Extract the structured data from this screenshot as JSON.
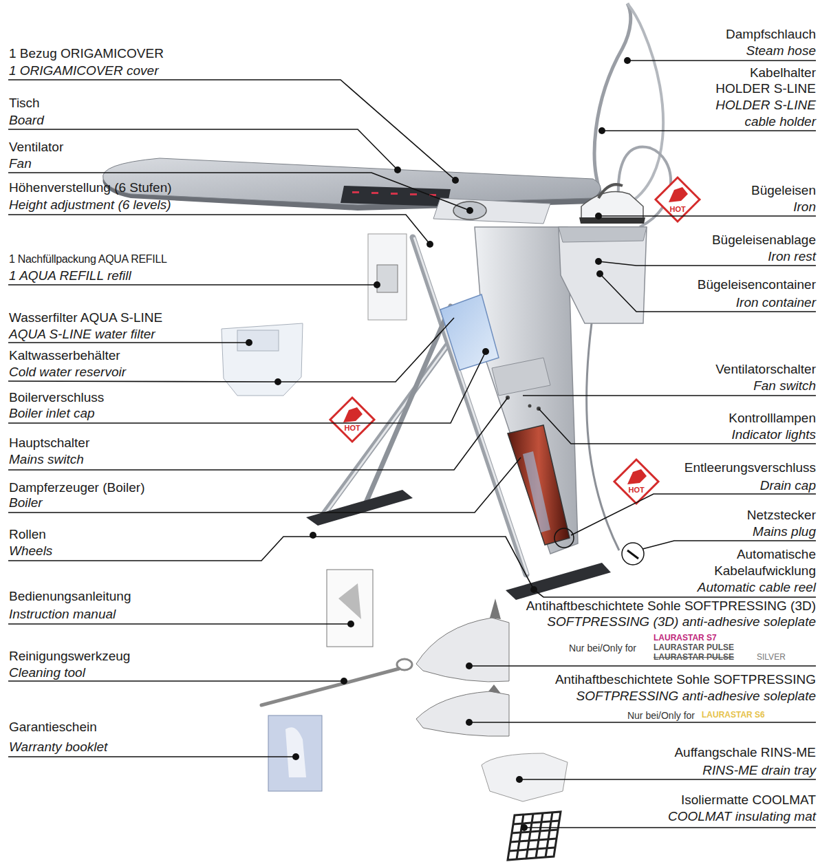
{
  "diagram": {
    "labels": [
      "1 Bezug ORIGAMICOVER",
      "1 ORIGAMICOVER cover",
      "Tisch",
      "Board",
      "Ventilator",
      "Fan",
      "Höhenverstellung (6 Stufen)",
      "Height adjustment (6 levels)",
      "1 Nachfüllpackung AQUA REFILL",
      "1 AQUA REFILL refill",
      "Wasserfilter AQUA S-LINE",
      "AQUA S-LINE water filter",
      "Kaltwasserbehälter",
      "Cold water reservoir",
      "Boilerverschluss",
      "Boiler inlet cap",
      "Hauptschalter",
      "Mains switch",
      "Dampferzeuger (Boiler)",
      "Boiler",
      "Rollen",
      "Wheels",
      "Bedienungsanleitung",
      "Instruction manual",
      "Reinigungswerkzeug",
      "Cleaning tool",
      "Garantieschein",
      "Warranty booklet",
      "Dampfschlauch",
      "Steam hose",
      "Kabelhalter",
      "HOLDER S-LINE",
      "HOLDER S-LINE",
      "cable holder",
      "Bügeleisen",
      "Iron",
      "Bügeleisenablage",
      "Iron rest",
      "Bügeleisencontainer",
      "Iron container",
      "Ventilatorschalter",
      "Fan switch",
      "Kontrolllampen",
      "Indicator lights",
      "Entleerungsverschluss",
      "Drain cap",
      "Netzstecker",
      "Mains plug",
      "Automatische",
      "Kabelaufwicklung",
      "Automatic cable reel",
      "Antihaftbeschichtete Sohle SOFTPRESSING (3D)",
      "SOFTPRESSING (3D) anti-adhesive soleplate",
      "Nur bei/Only for",
      "LAURASTAR S7",
      "LAURASTAR PULSE",
      "LAURASTAR PULSE",
      "SILVER",
      "Antihaftbeschichtete Sohle SOFTPRESSING",
      "SOFTPRESSING anti-adhesive soleplate",
      "Nur bei/Only for",
      "LAURASTAR S6",
      "Auffangschale RINS-ME",
      "RINS-ME drain tray",
      "Isoliermatte COOLMAT",
      "COOLMAT insulating mat",
      "HOT",
      "HOT",
      "HOT"
    ]
  }
}
